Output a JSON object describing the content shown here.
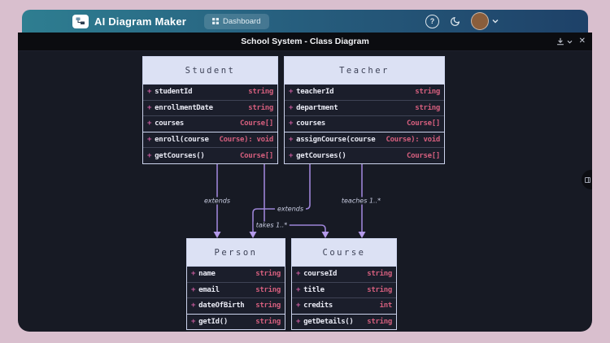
{
  "app": {
    "name": "AI Diagram Maker",
    "dashboard_label": "Dashboard"
  },
  "modal": {
    "title": "School System - Class Diagram"
  },
  "icons": {
    "close": "✕",
    "help": "?"
  },
  "colors": {
    "header_gradient_start": "#2e7e91",
    "header_gradient_end": "#1e4168",
    "canvas_bg": "#171a24",
    "titlebar_bg": "#0b0c10",
    "class_header_bg": "#dce1f4",
    "class_body_bg": "#1b1e2b",
    "class_border": "#ccd3ec",
    "member_name": "#e9eaf4",
    "member_type": "#d65f7e",
    "visibility_plus": "#c55a9b",
    "edge_line": "#9c84d6"
  },
  "diagram": {
    "classes": [
      {
        "name": "Student",
        "attributes": [
          {
            "prefix": "+",
            "name": "studentId",
            "type": "string"
          },
          {
            "prefix": "+",
            "name": "enrollmentDate",
            "type": "string"
          },
          {
            "prefix": "+",
            "name": "courses",
            "type": "Course[]"
          }
        ],
        "methods": [
          {
            "prefix": "+",
            "name": "enroll(course",
            "type": "Course): void"
          },
          {
            "prefix": "+",
            "name": "getCourses()",
            "type": "Course[]"
          }
        ]
      },
      {
        "name": "Teacher",
        "attributes": [
          {
            "prefix": "+",
            "name": "teacherId",
            "type": "string"
          },
          {
            "prefix": "+",
            "name": "department",
            "type": "string"
          },
          {
            "prefix": "+",
            "name": "courses",
            "type": "Course[]"
          }
        ],
        "methods": [
          {
            "prefix": "+",
            "name": "assignCourse(course",
            "type": "Course): void"
          },
          {
            "prefix": "+",
            "name": "getCourses()",
            "type": "Course[]"
          }
        ]
      },
      {
        "name": "Person",
        "attributes": [
          {
            "prefix": "+",
            "name": "name",
            "type": "string"
          },
          {
            "prefix": "+",
            "name": "email",
            "type": "string"
          },
          {
            "prefix": "+",
            "name": "dateOfBirth",
            "type": "string"
          }
        ],
        "methods": [
          {
            "prefix": "+",
            "name": "getId()",
            "type": "string"
          }
        ]
      },
      {
        "name": "Course",
        "attributes": [
          {
            "prefix": "+",
            "name": "courseId",
            "type": "string"
          },
          {
            "prefix": "+",
            "name": "title",
            "type": "string"
          },
          {
            "prefix": "+",
            "name": "credits",
            "type": "int"
          }
        ],
        "methods": [
          {
            "prefix": "+",
            "name": "getDetails()",
            "type": "string"
          }
        ]
      }
    ],
    "edges": [
      {
        "label": "extends",
        "from": "Student",
        "to": "Person"
      },
      {
        "label": "extends",
        "from": "Teacher",
        "to": "Person"
      },
      {
        "label": "takes 1..*",
        "from": "Student",
        "to": "Course"
      },
      {
        "label": "teaches 1..*",
        "from": "Teacher",
        "to": "Course"
      }
    ]
  }
}
